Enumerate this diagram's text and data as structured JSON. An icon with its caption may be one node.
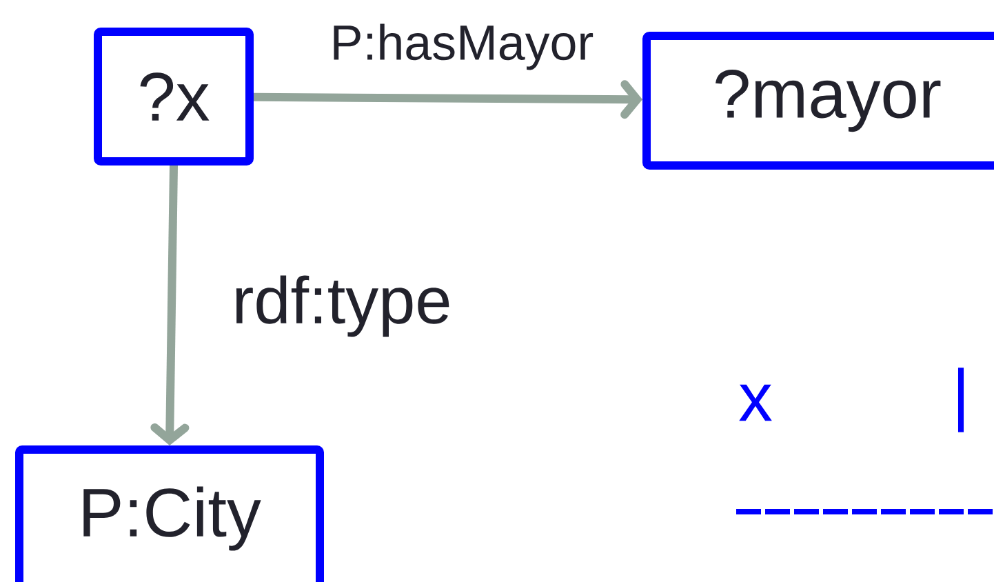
{
  "diagram": {
    "nodes": [
      {
        "text": [
          "?x"
        ]
      },
      {
        "text": [
          "?mayor"
        ]
      },
      {
        "text": [
          "P:City"
        ]
      }
    ],
    "edges": [
      {
        "from": 0,
        "to": 1,
        "arrow": "to",
        "label": "P:hasMayor"
      },
      {
        "from": 0,
        "to": 2,
        "arrow": "to",
        "label": "rdf:type"
      }
    ],
    "labels": [
      "x",
      "|"
    ]
  }
}
